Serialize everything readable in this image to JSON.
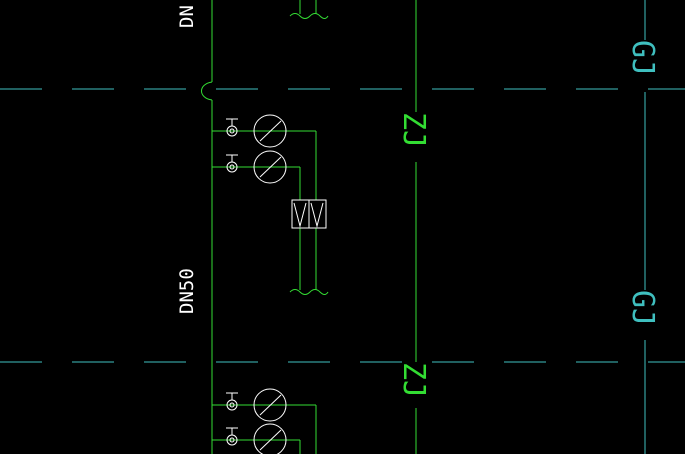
{
  "colors": {
    "background": "#000000",
    "pipe": "#33dd33",
    "axis": "#3fbfbf",
    "symbol": "#ffffff",
    "text_white": "#ffffff",
    "text_green": "#33dd33",
    "text_cyan": "#3fbfbf"
  },
  "labels": {
    "pipe_size_top": "DN",
    "pipe_size_mid": "DN50",
    "riser_zj_upper": "ZJ",
    "riser_zj_lower": "ZJ",
    "riser_gj_upper": "GJ",
    "riser_gj_lower": "GJ"
  }
}
